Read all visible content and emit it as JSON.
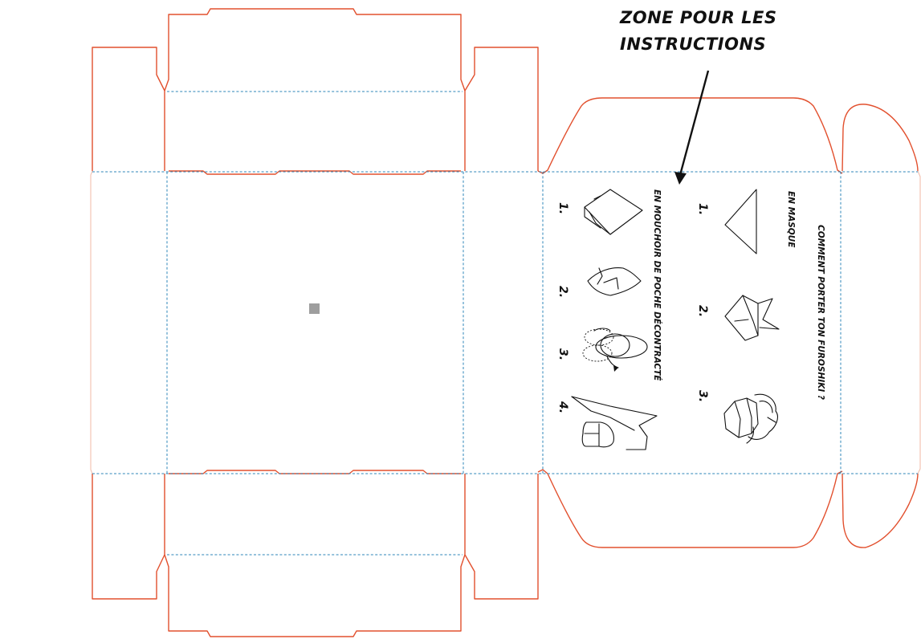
{
  "callout": {
    "line1": "ZONE POUR LES",
    "line2": "INSTRUCTIONS"
  },
  "instructions": {
    "title": "COMMENT PORTER TON FUROSHIKI ?",
    "section_mask": "EN MASQUE",
    "section_pocket": "EN MOUCHOIR DE POCHE DÉCONTRACTÉ",
    "mask_steps": [
      "1.",
      "2.",
      "3."
    ],
    "pocket_steps": [
      "1.",
      "2.",
      "3.",
      "4."
    ]
  },
  "colors": {
    "cut_line": "#e2502e",
    "fold_line": "#2e86b8",
    "marker": "#9e9e9e",
    "ink": "#111111"
  }
}
